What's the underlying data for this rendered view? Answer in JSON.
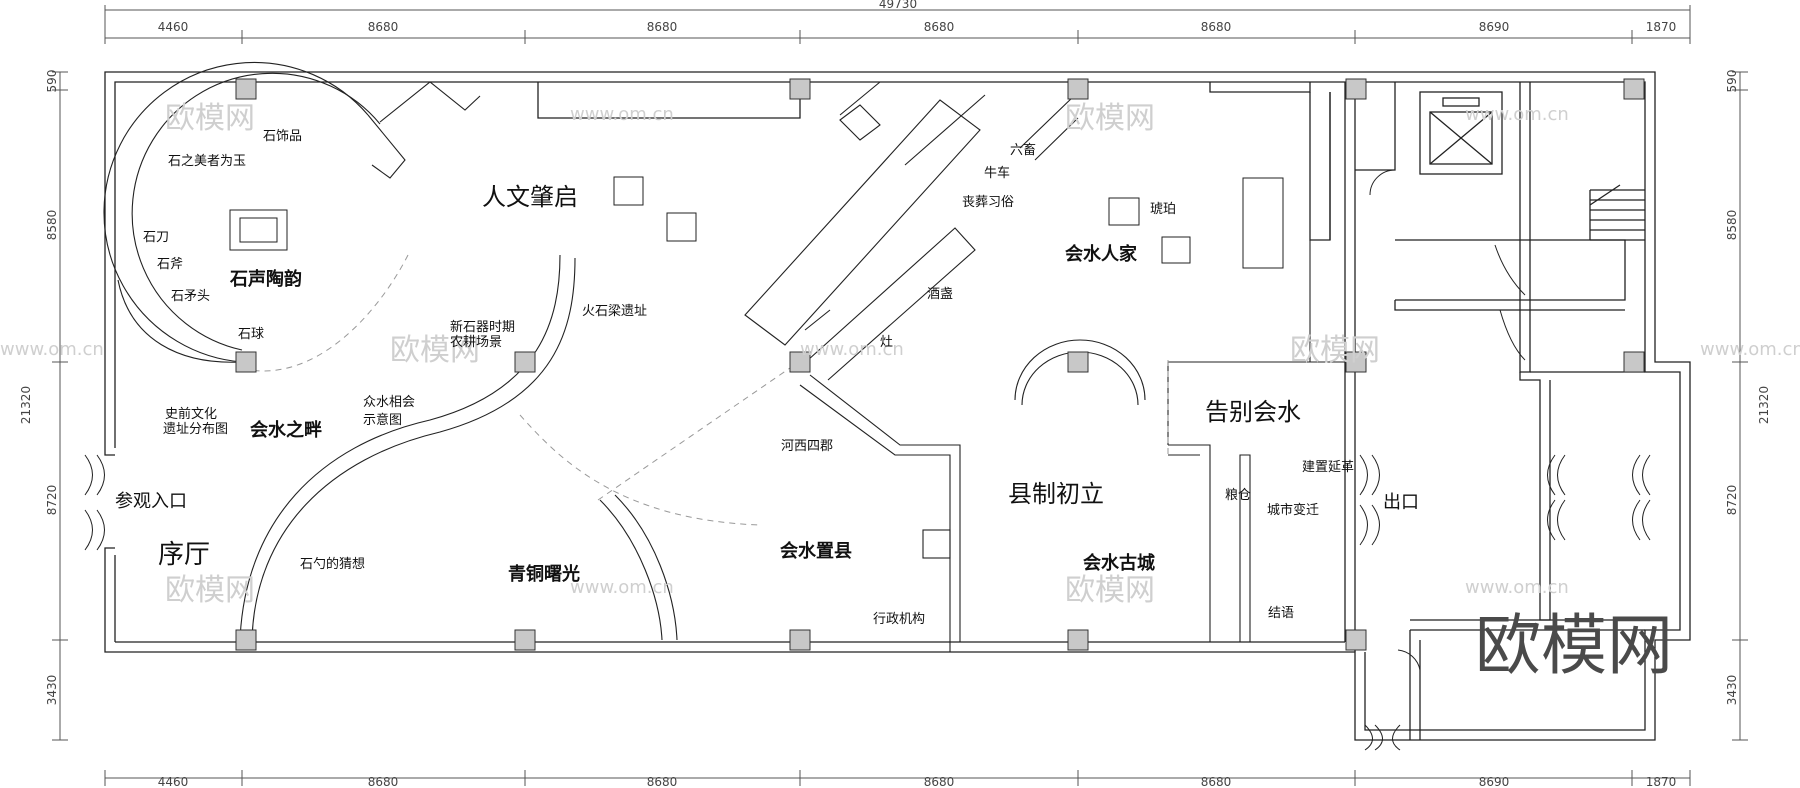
{
  "dimensions": {
    "total": "49730",
    "top": [
      "4460",
      "8680",
      "8680",
      "8680",
      "8680",
      "8690",
      "1870"
    ],
    "bottom": [
      "4460",
      "8680",
      "8680",
      "8680",
      "8680",
      "8690",
      "1870"
    ],
    "left_total": "21320",
    "left": [
      "590",
      "8580",
      "8720",
      "3430"
    ],
    "right_total": "21320",
    "right": [
      "590",
      "8580",
      "8720",
      "3430"
    ]
  },
  "zones": {
    "prelude_hall": "序厅",
    "entrance": "参观入口",
    "exit": "出口",
    "humanities": "人文肇启",
    "stone_pottery": "石声陶韵",
    "huishui_shore": "会水之畔",
    "bronze_dawn": "青铜曙光",
    "county_setup": "会水置县",
    "county_system": "县制初立",
    "ancient_city": "会水古城",
    "huishui_family": "会水人家",
    "farewell": "告别会水"
  },
  "exhibits": {
    "stone_ornament": "石饰品",
    "jade": "石之美者为玉",
    "stone_knife": "石刀",
    "stone_axe": "石斧",
    "stone_spear": "石矛头",
    "stone_ball": "石球",
    "prehistoric_map_1": "史前文化",
    "prehistoric_map_2": "遗址分布图",
    "neolithic_1": "新石器时期",
    "neolithic_2": "农耕场景",
    "confluence_1": "众水相会",
    "confluence_2": "示意图",
    "huoshiliang": "火石梁遗址",
    "spoon": "石勺的猜想",
    "liuchu": "六畜",
    "oxcart": "牛车",
    "funeral": "丧葬习俗",
    "wine_vessel": "酒盏",
    "stove": "灶",
    "amber": "琥珀",
    "hexi": "河西四郡",
    "admin": "行政机构",
    "granary": "粮仓",
    "city_change": "城市变迁",
    "reform": "建置延革",
    "conclusion": "结语"
  },
  "watermark": {
    "text": "欧模网",
    "url": "www.om.cn",
    "brand": "欧模网"
  }
}
